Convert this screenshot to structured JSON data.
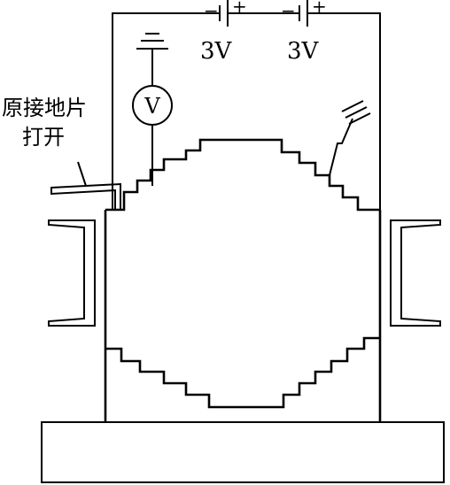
{
  "labels": {
    "battery_1_voltage": "3V",
    "battery_2_voltage": "3V",
    "voltmeter_symbol": "V",
    "minus_sign_1": "−",
    "plus_sign_1": "+",
    "minus_sign_2": "−",
    "plus_sign_2": "+",
    "annotation_line_1": "原接地片",
    "annotation_line_2": "打开"
  }
}
